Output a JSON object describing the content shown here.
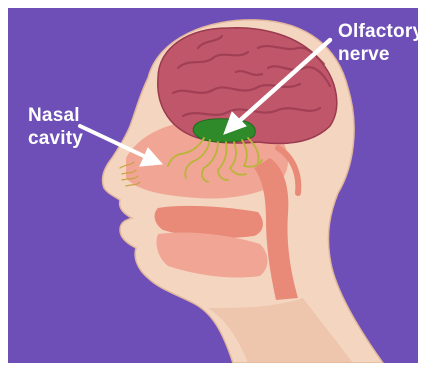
{
  "labels": {
    "nasal_cavity": [
      "Nasal",
      "cavity"
    ],
    "olfactory_nerve": [
      "Olfactory",
      "nerve"
    ]
  },
  "colors": {
    "background": "#6e4fb8",
    "skin": "#f4d6c0",
    "skin_shade": "#e8b99c",
    "brain": "#c0566a",
    "brain_fold": "#9a3a4f",
    "nasal_cavity": "#f1a595",
    "airway": "#e98977",
    "olfactory_bulb": "#2f8a2a",
    "nerve_fibers": "#b9b53a",
    "arrow": "#ffffff",
    "label_text": "#ffffff"
  }
}
